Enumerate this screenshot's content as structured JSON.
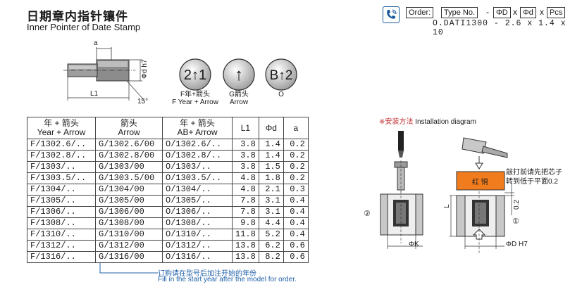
{
  "title": {
    "cn": "日期章内指针镶件",
    "en": "Inner Pointer of Date Stamp"
  },
  "order": {
    "icon": "phone-icon",
    "label": "Order:",
    "type_no": "Type No.",
    "phi_D": "ΦD",
    "phi_d": "Φd",
    "pcs": "Pcs",
    "dash": "-",
    "x": "x",
    "example": "O.DATI1300 -  2.6  x  1.4  x  10"
  },
  "part_drawing": {
    "dim_a": "a",
    "dim_phid": "Φd h7",
    "dim_L1": "L1",
    "dim_angle": "15°"
  },
  "pointers": [
    {
      "glyph": "2↑1",
      "label_cn": "F年+箭头",
      "label_en": "F Year + Arrow"
    },
    {
      "glyph": "↑",
      "label_cn": "G箭头",
      "label_en": "Arrow"
    },
    {
      "glyph": "B↑2",
      "label_cn": "O",
      "label_en": ""
    }
  ],
  "table": {
    "headers": [
      {
        "cn": "年 + 箭头",
        "en": "Year + Arrow"
      },
      {
        "cn": "箭头",
        "en": "Arrow"
      },
      {
        "cn": "年 + 箭头",
        "en": "AB+ Arrow"
      },
      {
        "cn": "L1",
        "en": ""
      },
      {
        "cn": "Φd",
        "en": ""
      },
      {
        "cn": "a",
        "en": ""
      }
    ],
    "rows": [
      [
        "F/1302.6/..",
        "G/1302.6/00",
        "O/1302.6/..",
        "3.8",
        "1.4",
        "0.2"
      ],
      [
        "F/1302.8/..",
        "G/1302.8/00",
        "O/1302.8/..",
        "3.8",
        "1.4",
        "0.2"
      ],
      [
        "F/1303/..",
        "G/1303/00",
        "O/1303/..",
        "3.8",
        "1.5",
        "0.2"
      ],
      [
        "F/1303.5/..",
        "G/1303.5/00",
        "O/1303.5/..",
        "4.8",
        "1.8",
        "0.2"
      ],
      [
        "F/1304/..",
        "G/1304/00",
        "O/1304/..",
        "4.8",
        "2.1",
        "0.3"
      ],
      [
        "F/1305/..",
        "G/1305/00",
        "O/1305/..",
        "7.8",
        "3.1",
        "0.4"
      ],
      [
        "F/1306/..",
        "G/1306/00",
        "O/1306/..",
        "7.8",
        "3.1",
        "0.4"
      ],
      [
        "F/1308/..",
        "G/1308/00",
        "O/1308/..",
        "9.8",
        "4.4",
        "0.4"
      ],
      [
        "F/1310/..",
        "G/1310/00",
        "O/1310/..",
        "11.8",
        "5.2",
        "0.4"
      ],
      [
        "F/1312/..",
        "G/1312/00",
        "O/1312/..",
        "13.8",
        "6.2",
        "0.6"
      ],
      [
        "F/1316/..",
        "G/1316/00",
        "O/1316/..",
        "13.8",
        "8.2",
        "0.6"
      ]
    ]
  },
  "footnote": {
    "cn": "订购请在型号后加注开始的年份",
    "en": "Fill in the start year after the model for order."
  },
  "installation": {
    "title_cn": "※安装方法",
    "title_en": "Installation diagram",
    "red_copper": "红 铜",
    "instruction_line1": "敲打前请先把芯子",
    "instruction_line2": "转到低于平面0.2",
    "dim_02": "0.2",
    "dim_L": "L",
    "dim_phiK": "ΦK",
    "dim_phiD": "ΦD H7",
    "marker_1": "①",
    "marker_2": "②"
  },
  "colors": {
    "accent_blue": "#2060a8",
    "copper_orange": "#f07c1e",
    "metal_gray": "#9a9a9a"
  }
}
